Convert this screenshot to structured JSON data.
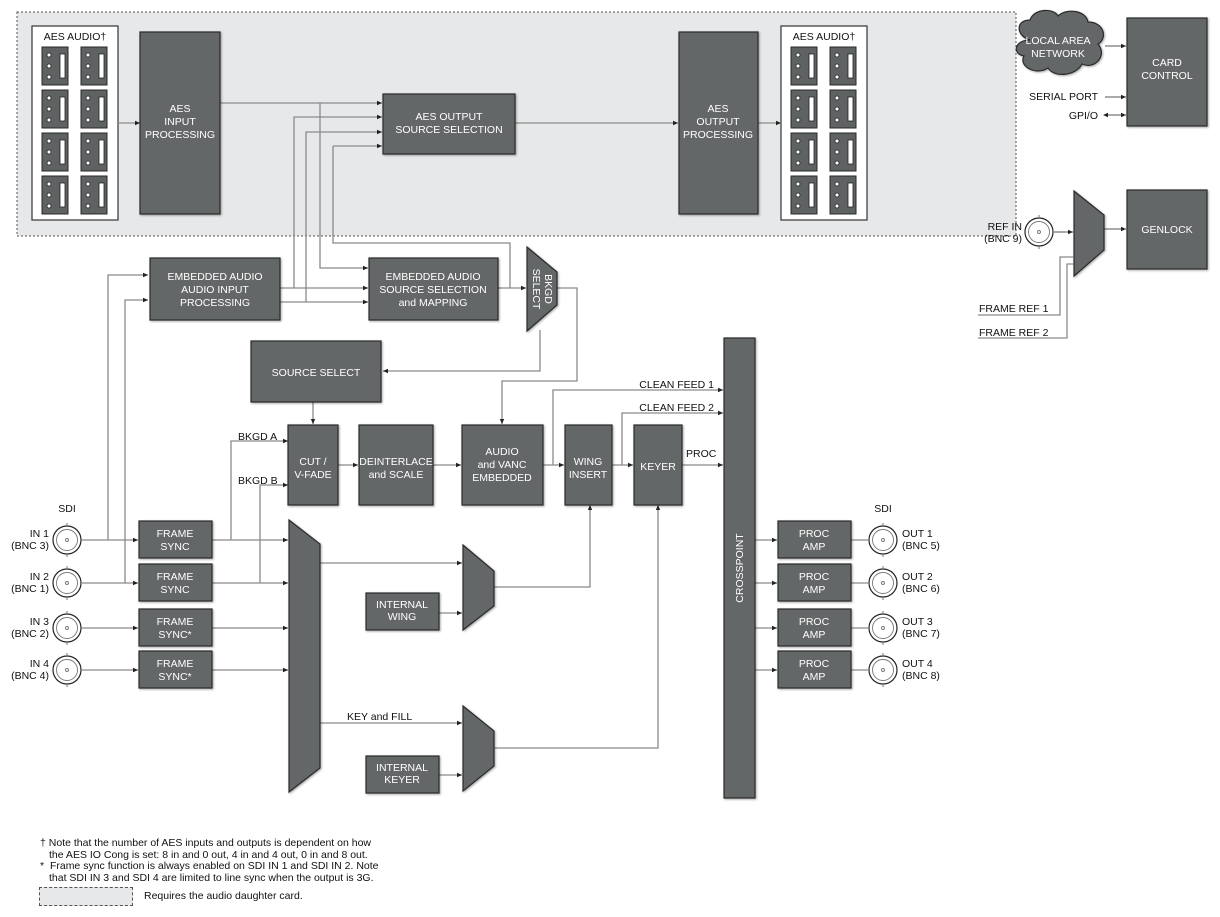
{
  "zone": {
    "aes_in_title": "AES AUDIO†",
    "aes_out_title": "AES AUDIO†"
  },
  "blocks": {
    "aes_input_processing": [
      "AES",
      "INPUT",
      "PROCESSING"
    ],
    "aes_output_source_selection": [
      "AES OUTPUT",
      "SOURCE SELECTION"
    ],
    "aes_output_processing": [
      "AES",
      "OUTPUT",
      "PROCESSING"
    ],
    "embedded_audio_input": [
      "EMBEDDED AUDIO",
      "AUDIO INPUT",
      "PROCESSING"
    ],
    "embedded_audio_source": [
      "EMBEDDED AUDIO",
      "SOURCE SELECTION",
      "and MAPPING"
    ],
    "bkgd_select": [
      "BKGD",
      "SELECT"
    ],
    "source_select": [
      "SOURCE SELECT"
    ],
    "cut_vfade": [
      "CUT /",
      "V-FADE"
    ],
    "deinterlace": [
      "DEINTERLACE",
      "and SCALE"
    ],
    "audio_vanc": [
      "AUDIO",
      "and VANC",
      "EMBEDDED"
    ],
    "wing_insert": [
      "WING",
      "INSERT"
    ],
    "keyer": [
      "KEYER"
    ],
    "crosspoint": "CROSSPOINT",
    "frame_sync": [
      [
        "FRAME",
        "SYNC"
      ],
      [
        "FRAME",
        "SYNC"
      ],
      [
        "FRAME",
        "SYNC*"
      ],
      [
        "FRAME",
        "SYNC*"
      ]
    ],
    "internal_wing": [
      "INTERNAL",
      "WING"
    ],
    "internal_keyer": [
      "INTERNAL",
      "KEYER"
    ],
    "proc_amp": [
      [
        "PROC",
        "AMP"
      ],
      [
        "PROC",
        "AMP"
      ],
      [
        "PROC",
        "AMP"
      ],
      [
        "PROC",
        "AMP"
      ]
    ],
    "card_control": [
      "CARD",
      "CONTROL"
    ],
    "genlock": [
      "GENLOCK"
    ],
    "lan": [
      "LOCAL AREA",
      "NETWORK"
    ]
  },
  "labels": {
    "bkgd_a": "BKGD A",
    "bkgd_b": "BKGD B",
    "clean_feed_1": "CLEAN FEED 1",
    "clean_feed_2": "CLEAN FEED 2",
    "proc": "PROC",
    "key_and_fill": "KEY and FILL",
    "sdi_in_header": "SDI",
    "sdi_out_header": "SDI",
    "serial_port": "SERIAL PORT",
    "gpio": "GPI/O",
    "frame_ref_1": "FRAME REF 1",
    "frame_ref_2": "FRAME REF 2",
    "ref_in": [
      "REF IN",
      "(BNC 9)"
    ]
  },
  "inputs": [
    [
      "IN 1",
      "(BNC 3)"
    ],
    [
      "IN 2",
      "(BNC 1)"
    ],
    [
      "IN 3",
      "(BNC 2)"
    ],
    [
      "IN 4",
      "(BNC 4)"
    ]
  ],
  "outputs": [
    [
      "OUT 1",
      "(BNC 5)"
    ],
    [
      "OUT 2",
      "(BNC 6)"
    ],
    [
      "OUT 3",
      "(BNC 7)"
    ],
    [
      "OUT 4",
      "(BNC 8)"
    ]
  ],
  "notes": {
    "dagger_mark": "†",
    "dagger_line1": "Note that the number of AES inputs and outputs is dependent on how",
    "dagger_line2": "the AES IO Cong is set: 8 in and 0 out, 4 in and 4 out, 0 in and 8 out.",
    "star_mark": "*",
    "star_line1": "Frame sync function is always enabled on SDI IN 1 and SDI IN 2. Note",
    "star_line2": "that SDI IN 3 and SDI 4 are limited to line sync when the output is 3G.",
    "legend": "Requires the audio daughter card."
  }
}
